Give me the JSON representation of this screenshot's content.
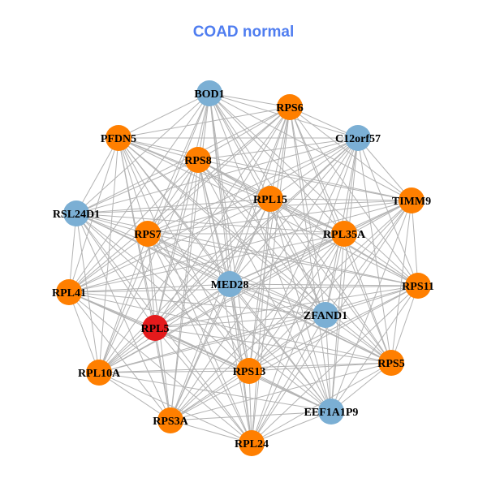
{
  "title": "COAD normal",
  "colors": {
    "title": "#4f7df0",
    "edge": "#b3b3b3",
    "blue": "#7bafd4",
    "orange": "#ff7f00",
    "red": "#e41a1c"
  },
  "graph": {
    "edges": "all-pairs",
    "nodes": [
      {
        "id": "BOD1",
        "group": "blue"
      },
      {
        "id": "RPS6",
        "group": "orange"
      },
      {
        "id": "C12orf57",
        "group": "blue"
      },
      {
        "id": "PFDN5",
        "group": "orange"
      },
      {
        "id": "RPS8",
        "group": "orange"
      },
      {
        "id": "RPL15",
        "group": "orange"
      },
      {
        "id": "TIMM9",
        "group": "orange"
      },
      {
        "id": "RSL24D1",
        "group": "blue"
      },
      {
        "id": "RPS7",
        "group": "orange"
      },
      {
        "id": "RPL35A",
        "group": "orange"
      },
      {
        "id": "MED28",
        "group": "blue"
      },
      {
        "id": "RPS11",
        "group": "orange"
      },
      {
        "id": "RPL41",
        "group": "orange"
      },
      {
        "id": "ZFAND1",
        "group": "blue"
      },
      {
        "id": "RPL5",
        "group": "red"
      },
      {
        "id": "RPL10A",
        "group": "orange"
      },
      {
        "id": "RPS13",
        "group": "orange"
      },
      {
        "id": "RPS5",
        "group": "orange"
      },
      {
        "id": "EEF1A1P9",
        "group": "blue"
      },
      {
        "id": "RPS3A",
        "group": "orange"
      },
      {
        "id": "RPL24",
        "group": "orange"
      }
    ]
  }
}
